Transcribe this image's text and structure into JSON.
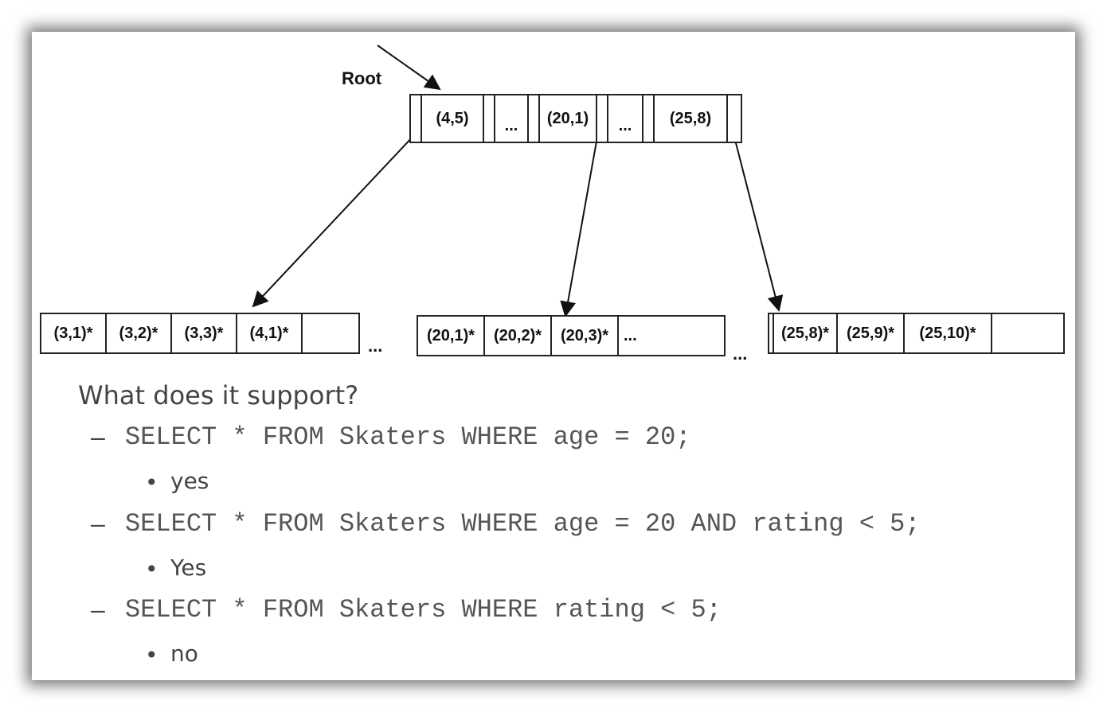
{
  "diagram": {
    "root_label": "Root",
    "root_keys": [
      "(4,5)",
      "...",
      "(20,1)",
      "...",
      "(25,8)"
    ],
    "leaf1": [
      "(3,1)*",
      "(3,2)*",
      "(3,3)*",
      "(4,1)*"
    ],
    "leaf2": [
      "(20,1)*",
      "(20,2)*",
      "(20,3)*",
      "..."
    ],
    "leaf3": [
      "(25,8)*",
      "(25,9)*",
      "(25,10)*"
    ],
    "ellipsis": "..."
  },
  "content": {
    "question": "What does it support?",
    "dash": "–",
    "bullet": "•",
    "items": [
      {
        "query": "SELECT * FROM Skaters WHERE age = 20;",
        "answer": "yes"
      },
      {
        "query": "SELECT * FROM Skaters WHERE age = 20 AND rating < 5;",
        "answer": "Yes"
      },
      {
        "query": "SELECT * FROM Skaters WHERE rating < 5;",
        "answer": "no"
      }
    ]
  }
}
